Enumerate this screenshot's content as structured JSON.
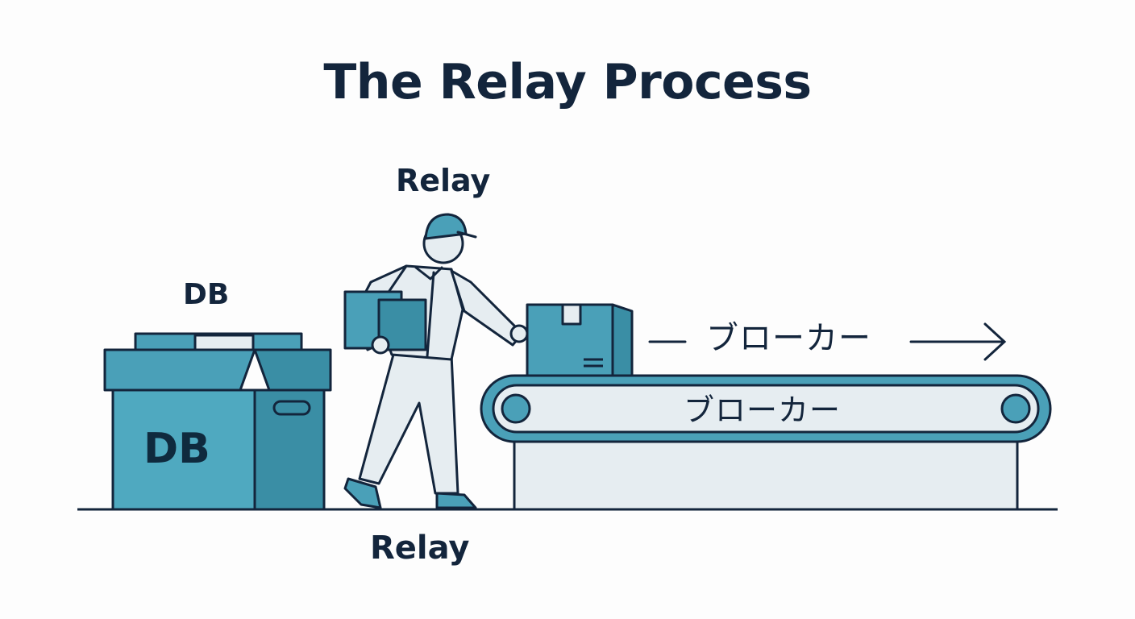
{
  "title": "The Relay Process",
  "labels": {
    "relay_top": "Relay",
    "db_top": "DB",
    "db_box": "DB",
    "relay_bottom": "Relay",
    "broker_arrow": "ブローカー",
    "broker_belt": "ブローカー"
  },
  "colors": {
    "ink": "#13253c",
    "teal": "#4aa0b8",
    "teal_dark": "#3a8ea5",
    "pale": "#e6edf1"
  },
  "icons": [
    "database-box-icon",
    "worker-icon",
    "parcel-icon",
    "conveyor-belt-icon",
    "arrow-right-icon"
  ]
}
